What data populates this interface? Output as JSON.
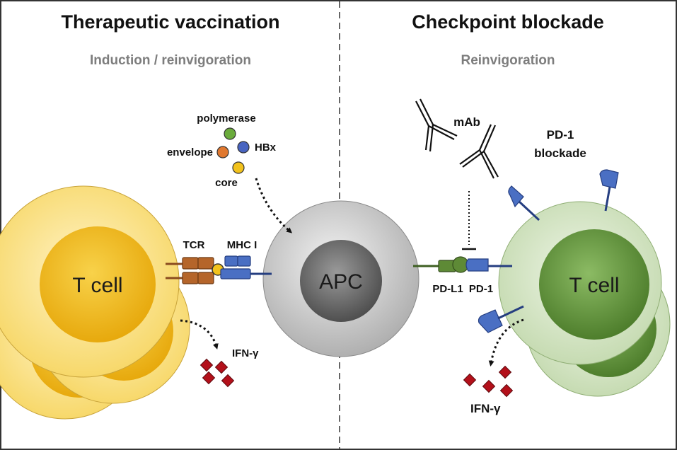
{
  "left_panel": {
    "title": "Therapeutic vaccination",
    "subtitle": "Induction / reinvigoration",
    "antigens": {
      "polymerase": "polymerase",
      "envelope": "envelope",
      "hbx": "HBx",
      "core": "core"
    },
    "tcr_label": "TCR",
    "mhc_label": "MHC I",
    "t_cell_label": "T cell",
    "apc_label": "APC",
    "ifn_label": "IFN-γ"
  },
  "right_panel": {
    "title": "Checkpoint blockade",
    "subtitle": "Reinvigoration",
    "mab_label": "mAb",
    "blockade_label_line1": "PD-1",
    "blockade_label_line2": "blockade",
    "pdl1_label": "PD-L1",
    "pd1_label": "PD-1",
    "t_cell_label": "T cell",
    "ifn_label": "IFN-γ"
  },
  "colors": {
    "tcell_yellow": "#f5c21b",
    "tcell_yellow_light": "#fbe49a",
    "tcell_green": "#6c9d47",
    "tcell_green_light": "#d2e3c2",
    "apc_gray": "#b9b9b9",
    "apc_core": "#6b6b6b",
    "tcr_orange": "#b5652a",
    "mhc_blue": "#4a6fc3",
    "pdl1_green": "#5e8a36",
    "ifn_red": "#b3101a",
    "polymerase": "#6aab3c",
    "envelope": "#e0782f",
    "hbx": "#4864c0",
    "core": "#f2c21c"
  }
}
